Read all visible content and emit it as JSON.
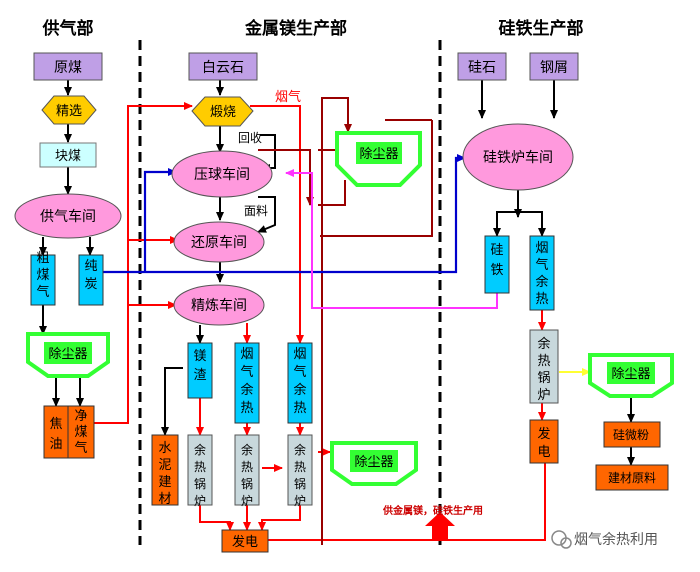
{
  "sections": {
    "gas": "供气部",
    "mg": "金属镁生产部",
    "si": "硅铁生产部"
  },
  "nodes": {
    "raw_coal": "原煤",
    "dolomite": "白云石",
    "silica": "硅石",
    "scrap_steel": "钢屑",
    "screening": "精选",
    "calcining": "煅烧",
    "lump_coal": "块煤",
    "gas_workshop": "供气车间",
    "briquetting_workshop": "压球车间",
    "reduction_workshop": "还原车间",
    "refining_workshop": "精炼车间",
    "ferrosilicon_furnace": "硅铁炉车间",
    "crude_gas": "粗煤气",
    "coke": "纯炭",
    "ferrosilicon": "硅铁",
    "si_flue_heat": "烟气余热",
    "mg_slag": "镁渣",
    "refine_flue_heat": "烟气余热",
    "reduce_flue_heat": "烟气余热",
    "si_waste_boiler": "余热锅炉",
    "tar": "焦油",
    "clean_gas": "净煤气",
    "cement": "水泥建材",
    "boiler_1": "余热锅炉",
    "boiler_2": "余热锅炉",
    "boiler_3": "余热锅炉",
    "power_right": "发电",
    "microsilica": "硅微粉",
    "building_material": "建材原料",
    "power_bottom": "发电",
    "dust_top": "除尘器",
    "dust_left": "除尘器",
    "dust_right": "除尘器",
    "dust_bottom": "除尘器"
  },
  "labels": {
    "flue_gas": "烟气",
    "recycle": "回收",
    "fines": "面料",
    "supply": "供金属镁，硅铁生产用"
  },
  "watermark": "烟气余热利用",
  "colors": {
    "purple_box": "#bf9fe6",
    "hex_yellow": "#ffcc00",
    "light_cyan": "#ccffff",
    "pink_ellipse": "#ff99dd",
    "cyan_box": "#00ccff",
    "green_border": "#33ff33",
    "orange_box": "#ff6600",
    "gray_box": "#c8d8dc",
    "red_arrow": "#ff0000",
    "dark_red": "#990000",
    "blue_arrow": "#0000cc",
    "magenta_arrow": "#ff33ff"
  }
}
